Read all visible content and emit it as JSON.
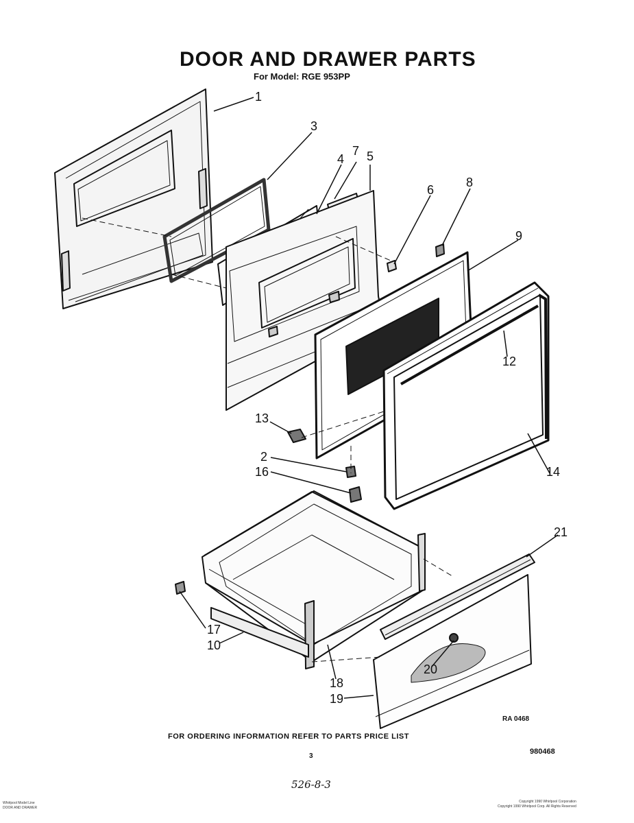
{
  "header": {
    "title": "DOOR AND DRAWER PARTS",
    "model_line": "For Model: RGE 953PP"
  },
  "callouts": {
    "c1": "1",
    "c2": "2",
    "c3": "3",
    "c4": "4",
    "c5": "5",
    "c6": "6",
    "c7": "7",
    "c8": "8",
    "c9": "9",
    "c10": "10",
    "c12": "12",
    "c13": "13",
    "c14": "14",
    "c16": "16",
    "c17": "17",
    "c18": "18",
    "c19": "19",
    "c20": "20",
    "c21": "21"
  },
  "footer": {
    "ordering_note": "FOR ORDERING INFORMATION REFER TO PARTS PRICE LIST",
    "ref_code": "RA 0468",
    "page_number": "3",
    "doc_number": "980468",
    "handwritten_note": "526-8-3"
  },
  "fine_print": {
    "left_line1": "Whirlpool Model Line",
    "left_line2": "DOOR AND DRAWER",
    "right_line1": "Copyright 1990 Whirlpool Corporation",
    "right_line2": "Copyright 1990 Whirlpool Corp. All Rights Reserved"
  }
}
